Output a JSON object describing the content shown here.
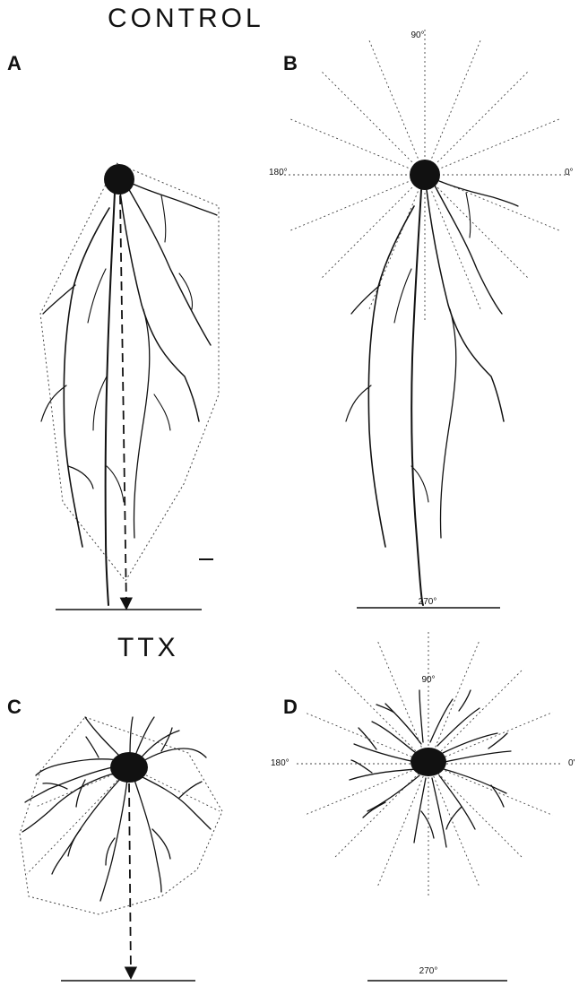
{
  "headings": {
    "control": "CONTROL",
    "ttx": "TTX"
  },
  "panels": [
    {
      "letter": "A"
    },
    {
      "letter": "B",
      "angle_labels": {
        "deg90": "90°",
        "deg180": "180°",
        "deg0": "0°",
        "deg270": "270°"
      }
    },
    {
      "letter": "C"
    },
    {
      "letter": "D",
      "angle_labels": {
        "deg90": "90°",
        "deg180": "180°",
        "deg0": "0'",
        "deg270": "270°"
      }
    }
  ],
  "colors": {
    "ink": "#111111",
    "dotted": "#444444",
    "background": "#ffffff"
  }
}
